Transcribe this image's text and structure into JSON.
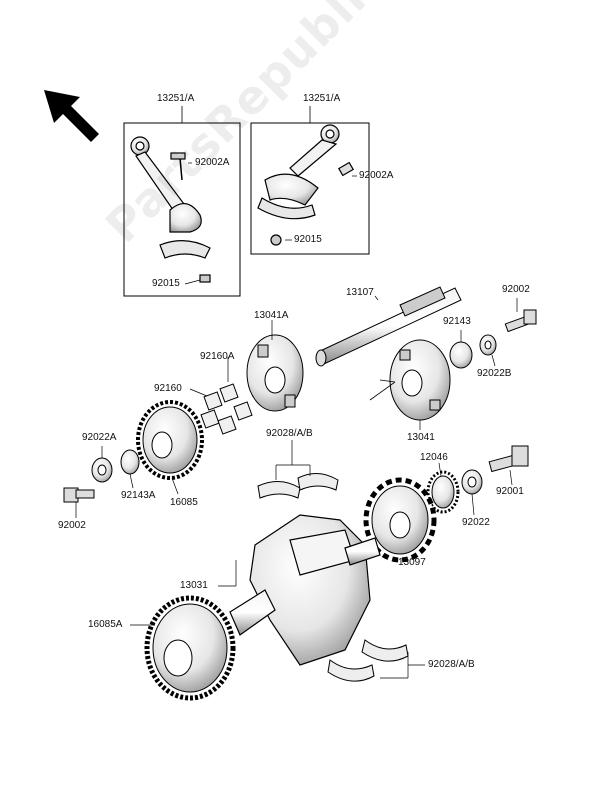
{
  "watermark": "PartsRepublik",
  "direction_arrow": "arrow-up-left-icon",
  "labels": {
    "l13251a_1": "13251/A",
    "l13251a_2": "13251/A",
    "l92002a_1": "92002A",
    "l92002a_2": "92002A",
    "l92015_1": "92015",
    "l92015_2": "92015",
    "l13107": "13107",
    "l92002_top": "92002",
    "l13041a": "13041A",
    "l92143_top": "92143",
    "l92022b": "92022B",
    "l92160a": "92160A",
    "l92160": "92160",
    "l13041": "13041",
    "l92022a": "92022A",
    "l92028ab_top": "92028/A/B",
    "l12046": "12046",
    "l92143a": "92143A",
    "l16085": "16085",
    "l92001": "92001",
    "l92002_left": "92002",
    "l92022": "92022",
    "l13031": "13031",
    "l13097": "13097",
    "l16085a": "16085A",
    "l92028ab_bot": "92028/A/B"
  }
}
